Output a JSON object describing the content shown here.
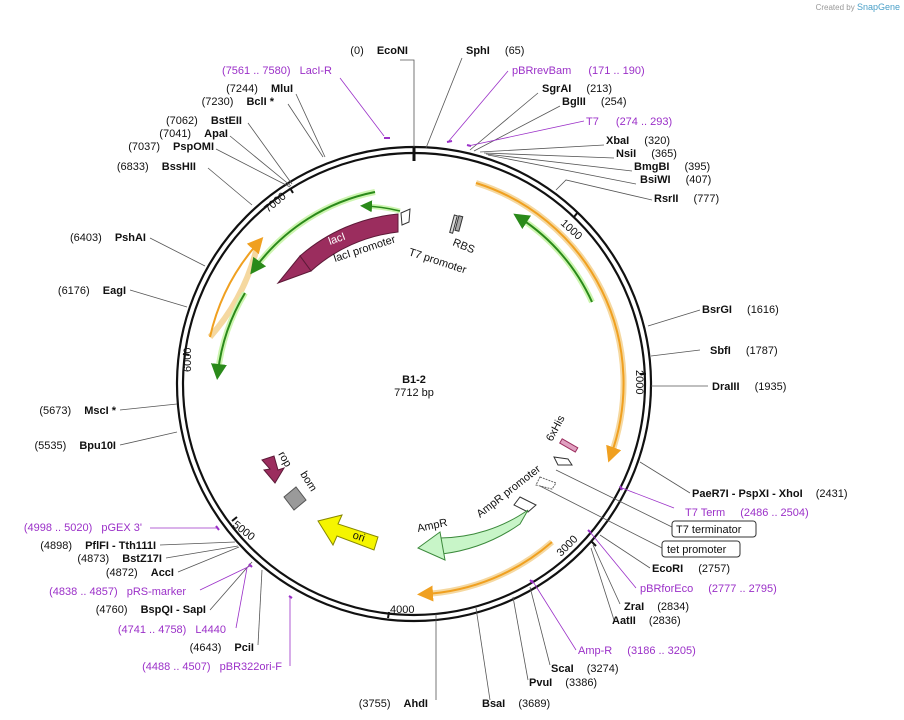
{
  "credit": {
    "prefix": "Created by",
    "brand": "SnapGene"
  },
  "map": {
    "name": "B1-2",
    "size_label": "7712 bp",
    "length": 7712,
    "ticks": [
      "1000",
      "2000",
      "3000",
      "4000",
      "5000",
      "6000",
      "7000"
    ]
  },
  "sites_right": [
    {
      "pos": "(65)",
      "name": "SphI"
    },
    {
      "pos": "(213)",
      "name": "SgrAI"
    },
    {
      "pos": "(254)",
      "name": "BglII"
    },
    {
      "pos": "(320)",
      "name": "XbaI"
    },
    {
      "pos": "(365)",
      "name": "NsiI"
    },
    {
      "pos": "(395)",
      "name": "BmgBI"
    },
    {
      "pos": "(407)",
      "name": "BsiWI"
    },
    {
      "pos": "(777)",
      "name": "RsrII"
    },
    {
      "pos": "(1616)",
      "name": "BsrGI"
    },
    {
      "pos": "(1787)",
      "name": "SbfI"
    },
    {
      "pos": "(1935)",
      "name": "DraIII"
    },
    {
      "pos": "(2431)",
      "name": "PaeR7I  - PspXI  - XhoI"
    },
    {
      "pos": "(2757)",
      "name": "EcoRI"
    },
    {
      "pos": "(2834)",
      "name": "ZraI"
    },
    {
      "pos": "(2836)",
      "name": "AatII"
    },
    {
      "pos": "(3274)",
      "name": "ScaI"
    },
    {
      "pos": "(3386)",
      "name": "PvuI"
    },
    {
      "pos": "(3689)",
      "name": "BsaI"
    }
  ],
  "sites_left": [
    {
      "pos": "(0)",
      "name": "EcoNI"
    },
    {
      "pos": "(7244)",
      "name": "MluI"
    },
    {
      "pos": "(7230)",
      "name": "BclI *"
    },
    {
      "pos": "(7062)",
      "name": "BstEII"
    },
    {
      "pos": "(7041)",
      "name": "ApaI"
    },
    {
      "pos": "(7037)",
      "name": "PspOMI"
    },
    {
      "pos": "(6833)",
      "name": "BssHII"
    },
    {
      "pos": "(6403)",
      "name": "PshAI"
    },
    {
      "pos": "(6176)",
      "name": "EagI"
    },
    {
      "pos": "(5673)",
      "name": "MscI *"
    },
    {
      "pos": "(5535)",
      "name": "Bpu10I"
    },
    {
      "pos": "(4898)",
      "name": "PflFI  - Tth111I"
    },
    {
      "pos": "(4873)",
      "name": "BstZ17I"
    },
    {
      "pos": "(4872)",
      "name": "AccI"
    },
    {
      "pos": "(4760)",
      "name": "BspQI  - SapI"
    },
    {
      "pos": "(4643)",
      "name": "PciI"
    },
    {
      "pos": "(3755)",
      "name": "AhdI"
    }
  ],
  "primers": [
    {
      "name": "LacI-R",
      "range": "(7561 .. 7580)"
    },
    {
      "name": "pBRrevBam",
      "range": "(171 .. 190)"
    },
    {
      "name": "T7",
      "range": "(274 .. 293)"
    },
    {
      "name": "T7 Term",
      "range": "(2486 .. 2504)"
    },
    {
      "name": "pBRforEco",
      "range": "(2777 .. 2795)"
    },
    {
      "name": "Amp-R",
      "range": "(3186 .. 3205)"
    },
    {
      "name": "pGEX 3'",
      "range": "(4998 .. 5020)"
    },
    {
      "name": "pRS-marker",
      "range": "(4838 .. 4857)"
    },
    {
      "name": "L4440",
      "range": "(4741 .. 4758)"
    },
    {
      "name": "pBR322ori-F",
      "range": "(4488 .. 4507)"
    }
  ],
  "boxed_features": [
    "T7 terminator",
    "tet promoter"
  ],
  "features": [
    "lacI",
    "lacI promoter",
    "RBS",
    "T7 promoter",
    "6xHis",
    "AmpR promoter",
    "AmpR",
    "ori",
    "rop",
    "bom"
  ],
  "colors": {
    "lacI": "#9b2d5e",
    "lacI_outline": "#5d1a38",
    "ampR": "#c8f5c8",
    "ampR_outline": "#3c8a3c",
    "ori": "#f5f500",
    "ori_outline": "#888800",
    "rop": "#9b2d5e",
    "bom": "#9a9a9a",
    "orf": "#f0a020",
    "orf_glow": "#f5d8a0",
    "green_orf": "#2a8a1a",
    "green_glow": "#cdf5b0",
    "primer": "#9b30c8"
  }
}
